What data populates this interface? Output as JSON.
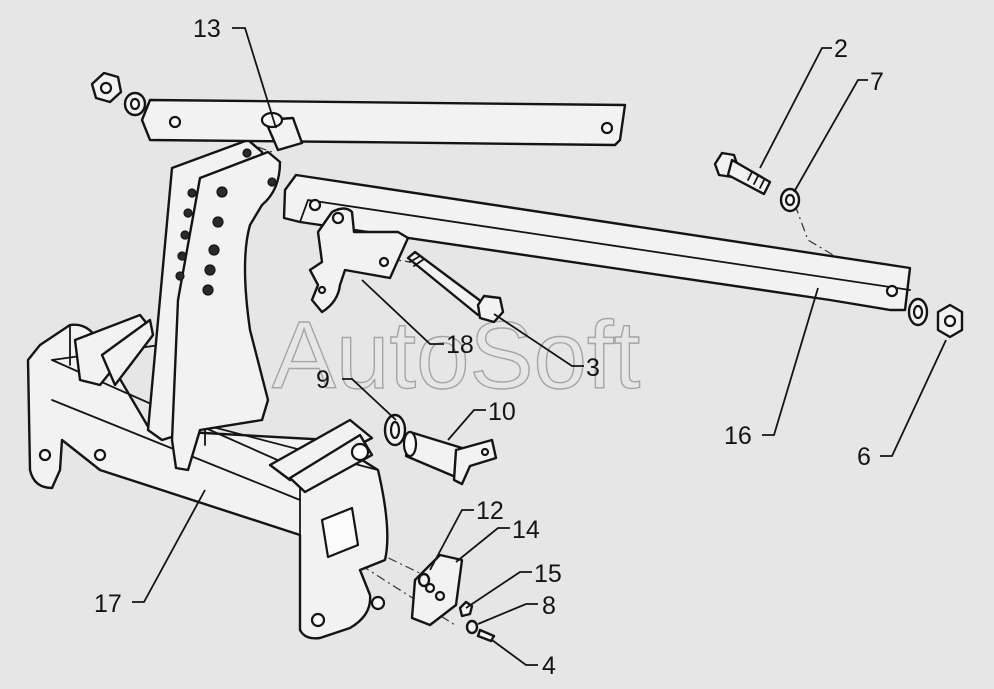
{
  "watermark": "AutoSoft",
  "callouts": {
    "c2": "2",
    "c7": "7",
    "c13": "13",
    "c18": "18",
    "c3": "3",
    "c9": "9",
    "c10": "10",
    "c16": "16",
    "c6": "6",
    "c12": "12",
    "c14": "14",
    "c15": "15",
    "c8": "8",
    "c4": "4",
    "c17": "17"
  },
  "colors": {
    "background": "#e6e6e6",
    "line": "#141414",
    "watermark": "#9a9a9a"
  }
}
